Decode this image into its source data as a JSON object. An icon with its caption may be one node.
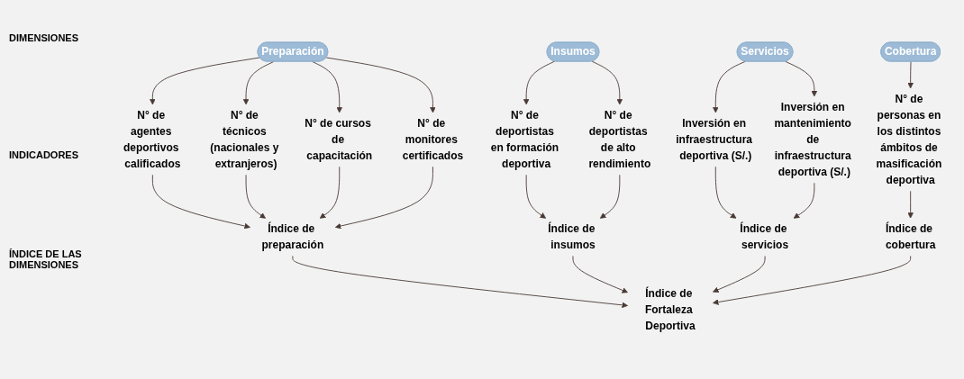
{
  "diagram": {
    "nodes": [
      {
        "text": [
          "Preparación"
        ]
      },
      {
        "text": [
          "Insumos"
        ]
      },
      {
        "text": [
          "Servicios"
        ]
      },
      {
        "text": [
          "Cobertura"
        ]
      },
      {
        "text": [
          "N° de agentes deportivos calificados"
        ]
      },
      {
        "text": [
          "N° de técnicos (nacionales y extranjeros)"
        ]
      },
      {
        "text": [
          "N° de cursos de capacitación"
        ]
      },
      {
        "text": [
          "N° de monitores certificados"
        ]
      },
      {
        "text": [
          "N° de deportistas en formación deportiva"
        ]
      },
      {
        "text": [
          "N° de deportistas de alto rendimiento"
        ]
      },
      {
        "text": [
          "Inversión en infraestructura deportiva (S/.)"
        ]
      },
      {
        "text": [
          "Inversión en mantenimiento de infraestructura deportiva (S/.)"
        ]
      },
      {
        "text": [
          "N° de personas en los distintos ámbitos de masificación deportiva"
        ]
      },
      {
        "text": [
          "Índice de preparación"
        ]
      },
      {
        "text": [
          "Índice de insumos"
        ]
      },
      {
        "text": [
          "Índice de servicios"
        ]
      },
      {
        "text": [
          "Índice de cobertura"
        ]
      },
      {
        "text": [
          "Índice de Fortaleza Deportiva"
        ]
      }
    ],
    "edges": [
      {
        "from": 0,
        "to": 4,
        "arrow": "to"
      },
      {
        "from": 0,
        "to": 5,
        "arrow": "to"
      },
      {
        "from": 0,
        "to": 6,
        "arrow": "to"
      },
      {
        "from": 0,
        "to": 7,
        "arrow": "to"
      },
      {
        "from": 1,
        "to": 8,
        "arrow": "to"
      },
      {
        "from": 1,
        "to": 9,
        "arrow": "to"
      },
      {
        "from": 2,
        "to": 10,
        "arrow": "to"
      },
      {
        "from": 2,
        "to": 11,
        "arrow": "to"
      },
      {
        "from": 3,
        "to": 12,
        "arrow": "to"
      },
      {
        "from": 4,
        "to": 13,
        "arrow": "to"
      },
      {
        "from": 5,
        "to": 13,
        "arrow": "to"
      },
      {
        "from": 6,
        "to": 13,
        "arrow": "to"
      },
      {
        "from": 7,
        "to": 13,
        "arrow": "to"
      },
      {
        "from": 8,
        "to": 14,
        "arrow": "to"
      },
      {
        "from": 9,
        "to": 14,
        "arrow": "to"
      },
      {
        "from": 10,
        "to": 15,
        "arrow": "to"
      },
      {
        "from": 11,
        "to": 15,
        "arrow": "to"
      },
      {
        "from": 12,
        "to": 16,
        "arrow": "to"
      },
      {
        "from": 13,
        "to": 17,
        "arrow": "to"
      },
      {
        "from": 14,
        "to": 17,
        "arrow": "to"
      },
      {
        "from": 15,
        "to": 17,
        "arrow": "to"
      },
      {
        "from": 16,
        "to": 17,
        "arrow": "to"
      }
    ],
    "labels": [
      "DIMENSIONES",
      "INDICADORES",
      "ÍNDICE DE LAS DIMENSIONES"
    ]
  }
}
